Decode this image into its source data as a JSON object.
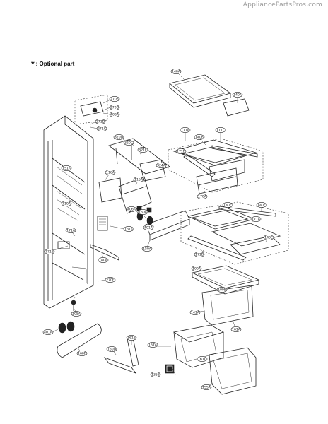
{
  "watermark": "AppliancePartsPros.com",
  "legend": {
    "mark": "*",
    "text": ": Optional part"
  },
  "callouts": [
    {
      "id": "140A"
    },
    {
      "id": "140A"
    },
    {
      "id": "171A"
    },
    {
      "id": "171C"
    },
    {
      "id": "140B"
    },
    {
      "id": "171B"
    },
    {
      "id": "170A"
    },
    {
      "id": "140E"
    },
    {
      "id": "140E"
    },
    {
      "id": "171A"
    },
    {
      "id": "140E"
    },
    {
      "id": "171B"
    },
    {
      "id": "100A"
    },
    {
      "id": "100B"
    },
    {
      "id": "141A"
    },
    {
      "id": "161A"
    },
    {
      "id": "270B"
    },
    {
      "id": "270D"
    },
    {
      "id": "403A"
    },
    {
      "id": "271D"
    },
    {
      "id": "271C"
    },
    {
      "id": "320D"
    },
    {
      "id": "320C"
    },
    {
      "id": "321E"
    },
    {
      "id": "324A"
    },
    {
      "id": "116A"
    },
    {
      "id": "115A"
    },
    {
      "id": "406A"
    },
    {
      "id": "150A"
    },
    {
      "id": "401A"
    },
    {
      "id": "150A"
    },
    {
      "id": "161A"
    },
    {
      "id": "151A"
    },
    {
      "id": "171A"
    },
    {
      "id": "710A"
    },
    {
      "id": "771B"
    },
    {
      "id": "180A"
    },
    {
      "id": "270E"
    },
    {
      "id": "105A"
    },
    {
      "id": "401A"
    },
    {
      "id": "160B"
    },
    {
      "id": "160D"
    },
    {
      "id": "161B"
    },
    {
      "id": "157A"
    },
    {
      "id": "167C"
    },
    {
      "id": "135B"
    },
    {
      "id": "155A"
    }
  ]
}
